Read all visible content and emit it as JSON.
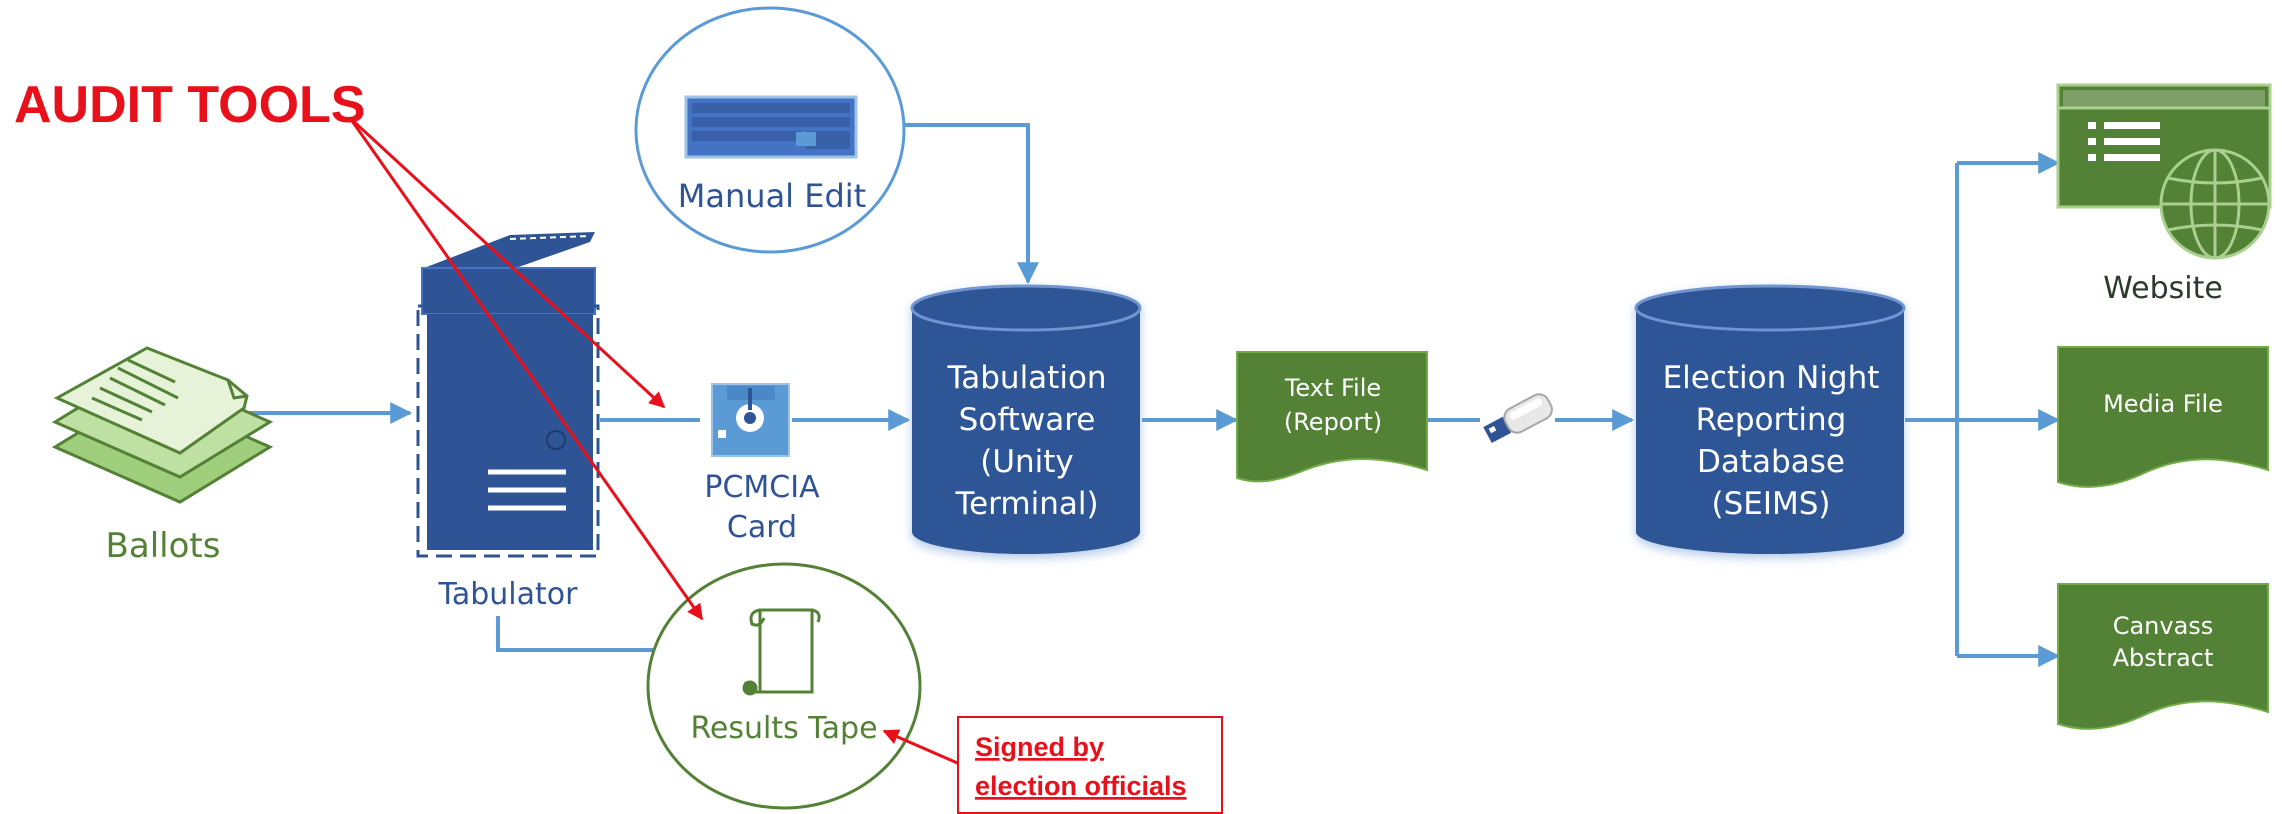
{
  "colors": {
    "navy": "#2F5496",
    "green": "#538135",
    "arrow": "#5B9BD5",
    "red": "#E8101A"
  },
  "audit_title": "AUDIT TOOLS",
  "nodes": {
    "ballots": "Ballots",
    "tabulator": "Tabulator",
    "pcmcia": {
      "line1": "PCMCIA",
      "line2": "Card"
    },
    "manual_edit": "Manual Edit",
    "results_tape": "Results Tape",
    "tabulation": {
      "line1": "Tabulation",
      "line2": "Software",
      "line3": "(Unity",
      "line4": "Terminal)"
    },
    "text_file": {
      "line1": "Text File",
      "line2": "(Report)"
    },
    "enr": {
      "line1": "Election Night",
      "line2": "Reporting",
      "line3": "Database",
      "line4": "(SEIMS)"
    },
    "website": "Website",
    "media_file": "Media File",
    "canvass": {
      "line1": "Canvass",
      "line2": "Abstract"
    }
  },
  "signed_note": {
    "line1": "Signed by",
    "line2": "election officials"
  },
  "icons": {
    "ballots": "ballot-stack-icon",
    "tabulator": "tabulator-icon",
    "pcmcia": "memory-card-icon",
    "manual_edit": "keyboard-icon",
    "results_tape": "scroll-icon",
    "usb": "usb-drive-icon",
    "website": "web-page-icon",
    "globe": "globe-icon"
  }
}
